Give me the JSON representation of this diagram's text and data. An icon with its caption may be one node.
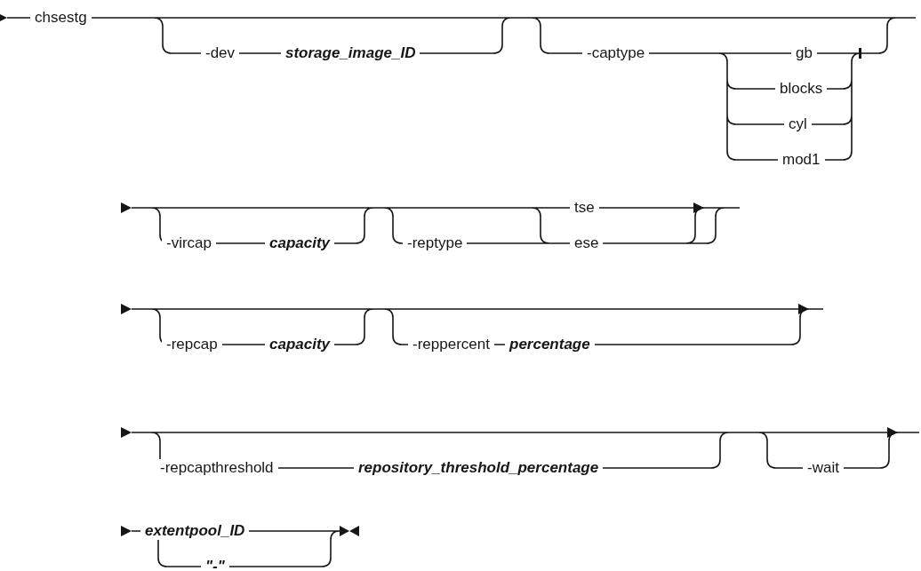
{
  "diagram": {
    "labels": [
      "chsestg",
      "-dev",
      "storage_image_ID",
      "-captype",
      "gb",
      "blocks",
      "cyl",
      "mod1",
      "-vircap",
      "capacity",
      "-reptype",
      "tse",
      "ese",
      "-repcap",
      "capacity",
      "-reppercent",
      "percentage",
      "-repcapthreshold",
      "repository_threshold_percentage",
      "-wait",
      "extentpool_ID",
      "\"-\""
    ]
  }
}
